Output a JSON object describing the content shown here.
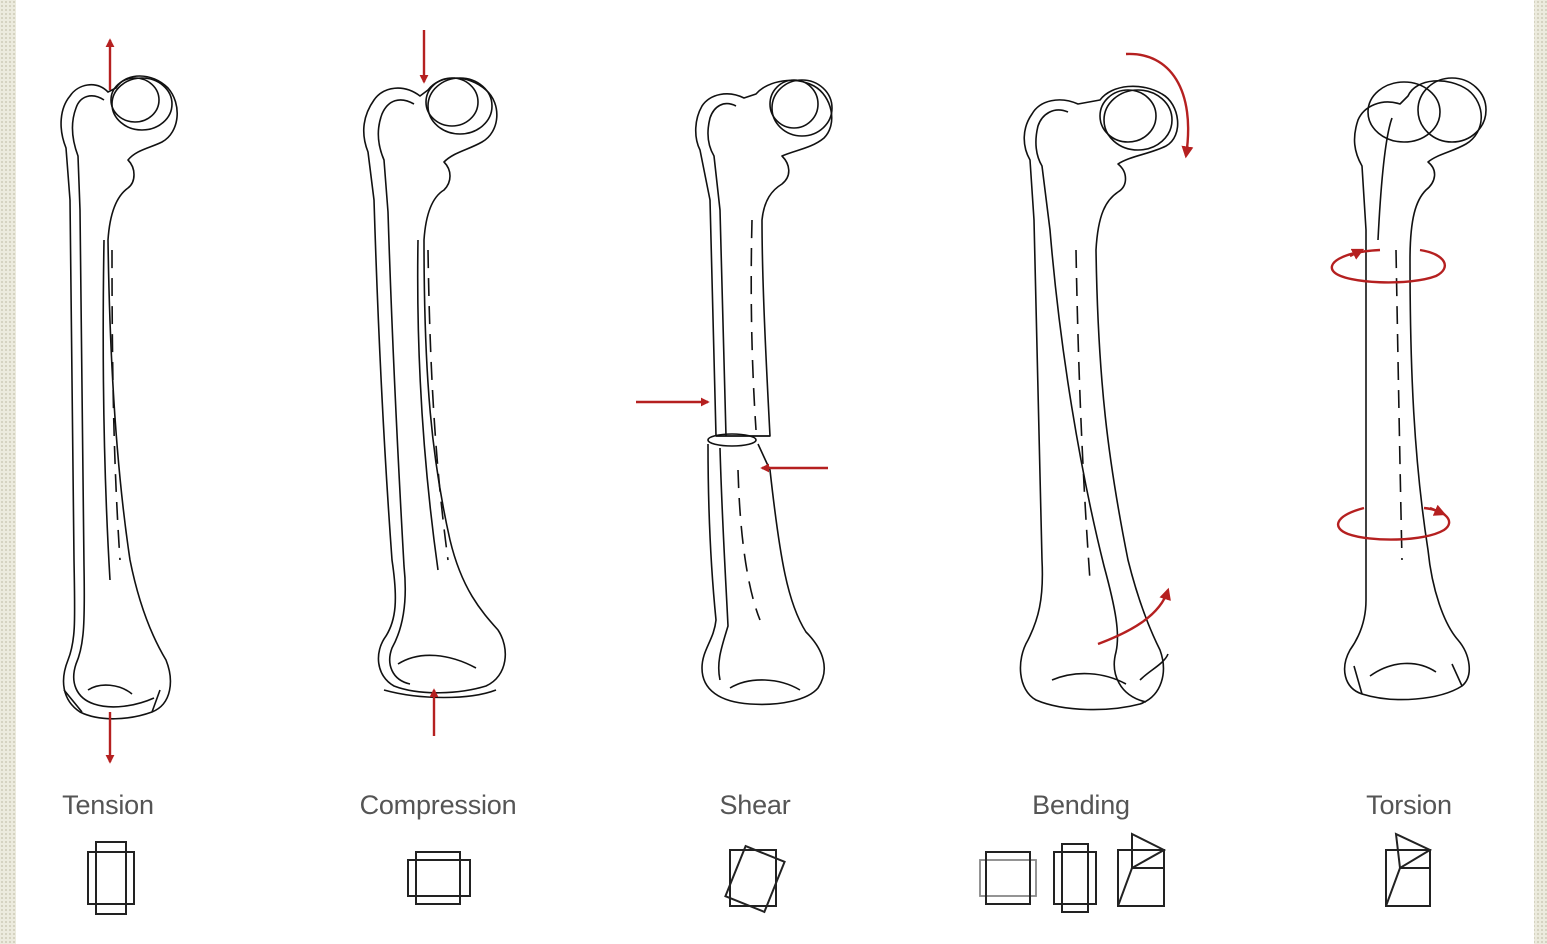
{
  "colors": {
    "page_background": "#ecebde",
    "sheet": "#ffffff",
    "bone_outline": "#111111",
    "force_arrow": "#b52020",
    "label_text": "#555555",
    "stress_box": "#222222"
  },
  "panels": [
    {
      "id": "tension",
      "label": "Tension",
      "arrows": "pull-apart"
    },
    {
      "id": "compression",
      "label": "Compression",
      "arrows": "push-together"
    },
    {
      "id": "shear",
      "label": "Shear",
      "arrows": "opposing-lateral"
    },
    {
      "id": "bending",
      "label": "Bending",
      "arrows": "curved-opposing"
    },
    {
      "id": "torsion",
      "label": "Torsion",
      "arrows": "twisting"
    }
  ]
}
